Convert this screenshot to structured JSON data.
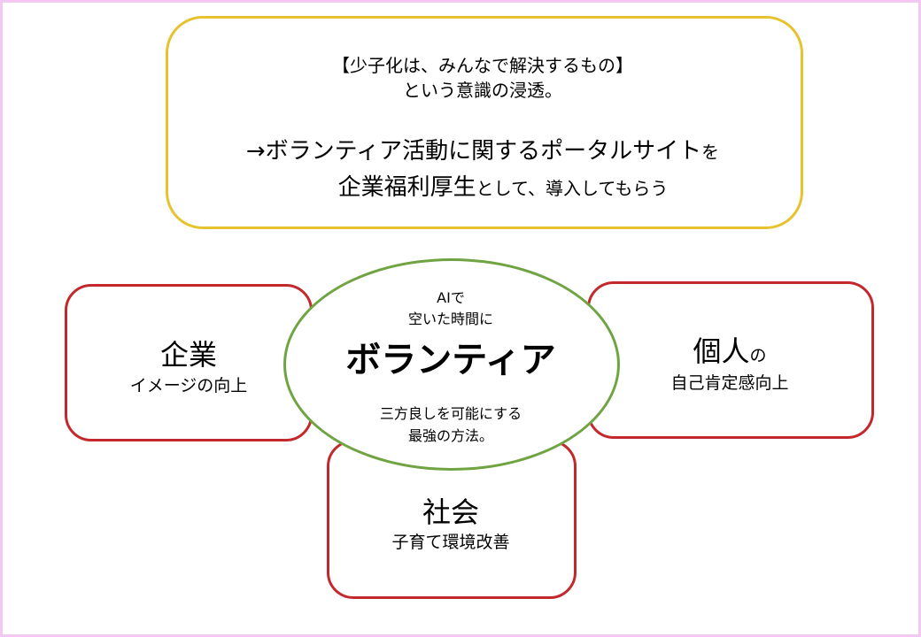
{
  "top_box": {
    "line1": "【少子化は、みんなで解決するもの】",
    "line2": "という意識の浸透。",
    "line3a": "→ボランティア活動に関するポータルサイト",
    "line3b": "を",
    "line4a": "企業福利厚生",
    "line4b": "として、導入してもらう"
  },
  "left_box": {
    "title": "企業",
    "subtitle": "イメージの向上"
  },
  "right_box": {
    "title": "個人",
    "title_suffix": "の",
    "subtitle": "自己肯定感向上"
  },
  "bottom_box": {
    "title": "社会",
    "subtitle": "子育て環境改善"
  },
  "center": {
    "line1": "AIで",
    "line2": "空いた時間に",
    "title": "ボランティア",
    "line3": "三方良しを可能にする",
    "line4": "最強の方法。"
  },
  "colors": {
    "top_border": "#e7c22f",
    "box_border": "#c3282c",
    "ellipse_border": "#70a443",
    "frame": "#f3c9f3"
  }
}
